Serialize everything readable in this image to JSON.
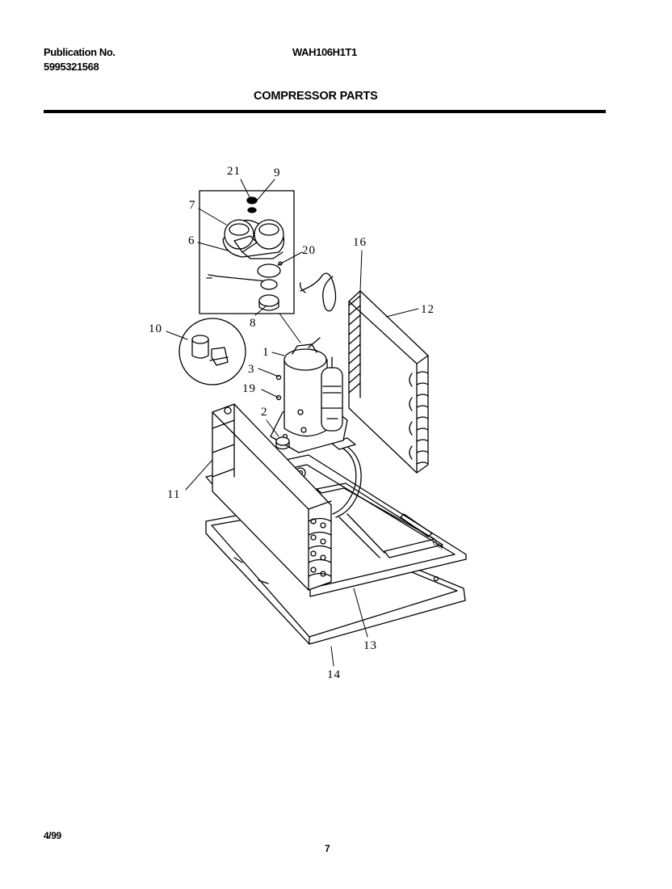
{
  "header": {
    "publication_label": "Publication No.",
    "publication_number": "5995321568",
    "model": "WAH106H1T1",
    "title": "COMPRESSOR PARTS"
  },
  "footer": {
    "date": "4/99",
    "page_number": "7"
  },
  "callouts": {
    "p1": "1",
    "p2": "2",
    "p3": "3",
    "p6": "6",
    "p7": "7",
    "p8": "8",
    "p9": "9",
    "p10": "10",
    "p11": "11",
    "p12": "12",
    "p13": "13",
    "p14": "14",
    "p16": "16",
    "p19": "19",
    "p20": "20",
    "p21": "21"
  }
}
